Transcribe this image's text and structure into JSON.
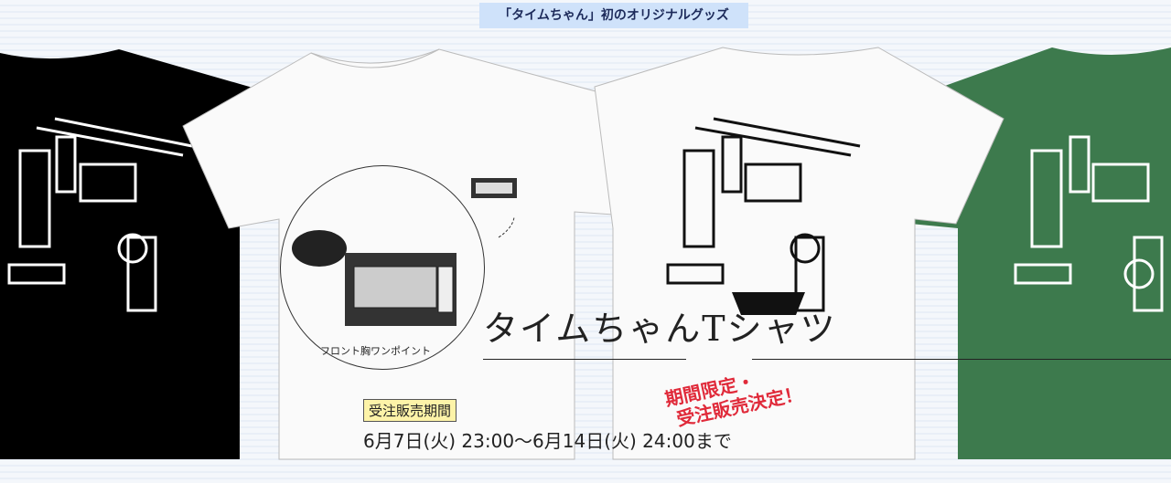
{
  "header": {
    "label": "「タイムちゃん」初のオリジナルグッズ"
  },
  "product": {
    "title": "タイムちゃんTシャツ",
    "circle_caption": "フロント胸ワンポイント",
    "promo_line1": "期間限定・",
    "promo_line2": "受注販売決定！",
    "period_label": "受注販売期間",
    "period": "6月7日(火) 23:00〜6月14日(火) 24:00まで"
  },
  "shirts": [
    {
      "color": "#000000",
      "view": "back"
    },
    {
      "color": "#fafafa",
      "view": "front"
    },
    {
      "color": "#fafafa",
      "view": "back"
    },
    {
      "color": "#3d7a4d",
      "view": "back"
    }
  ],
  "colors": {
    "accent": "#e02a3a",
    "label_bg": "#fdf3a8",
    "header_bg": "#cfe2fa"
  }
}
